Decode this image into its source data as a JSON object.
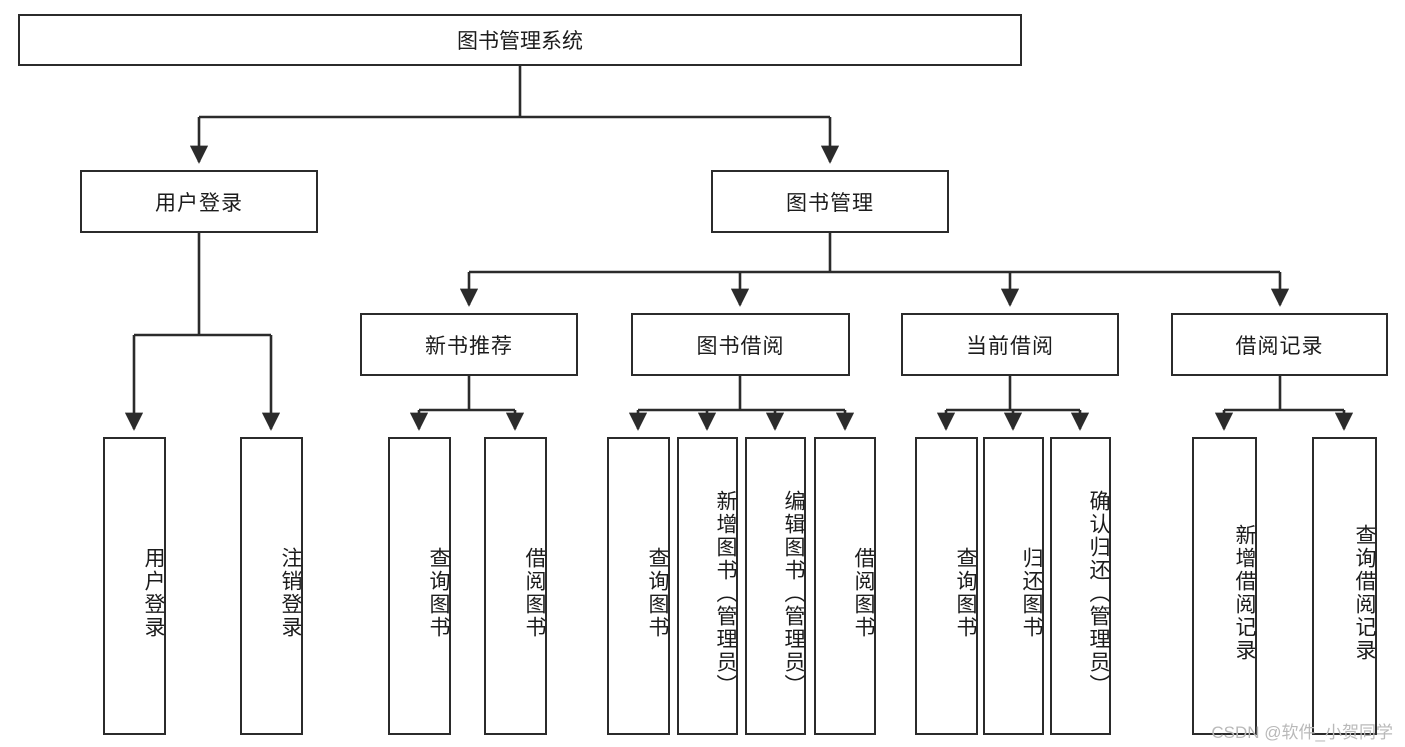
{
  "diagram": {
    "title": "图书管理系统",
    "type": "tree",
    "watermark": "CSDN @软件_小贺同学",
    "colors": {
      "border": "#2b2b2b",
      "background": "#ffffff",
      "text": "#1c1c1c",
      "wire": "#2b2b2b",
      "watermark": "#b9b9b9"
    },
    "nodes": {
      "root": {
        "label": "图书管理系统"
      },
      "level1": [
        {
          "label": "用户登录"
        },
        {
          "label": "图书管理"
        }
      ],
      "level2": [
        {
          "label": "新书推荐"
        },
        {
          "label": "图书借阅"
        },
        {
          "label": "当前借阅"
        },
        {
          "label": "借阅记录"
        }
      ],
      "leaves": {
        "user_login": [
          {
            "label": "用户登录"
          },
          {
            "label": "注销登录"
          }
        ],
        "new_book_recommend": [
          {
            "label": "查询图书"
          },
          {
            "label": "借阅图书"
          }
        ],
        "book_borrow": [
          {
            "label": "查询图书"
          },
          {
            "label": "新增图书（管理员）"
          },
          {
            "label": "编辑图书（管理员）"
          },
          {
            "label": "借阅图书"
          }
        ],
        "current_borrow": [
          {
            "label": "查询图书"
          },
          {
            "label": "归还图书"
          },
          {
            "label": "确认归还（管理员）"
          }
        ],
        "borrow_record": [
          {
            "label": "新增借阅记录"
          },
          {
            "label": "查询借阅记录"
          }
        ]
      }
    }
  }
}
